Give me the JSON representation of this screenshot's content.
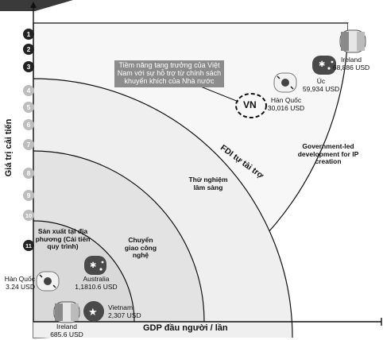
{
  "axes": {
    "y_label": "Giá trị cải tiến",
    "x_label": "GDP đầu người / lần"
  },
  "levels": [
    "1",
    "2",
    "3",
    "4",
    "5",
    "6",
    "7",
    "8",
    "9",
    "10",
    "11"
  ],
  "zones": {
    "local": "Sản xuất tại địa phương (Cải tiến quy trình)",
    "transfer": "Chuyển giao công nghệ",
    "clinical": "Thử nghiệm lâm sàng",
    "government": "Government-led development for IP creation",
    "fdi": "FDI tự tài trợ"
  },
  "callout": "Tiềm năng tang trưởng của Việt Nam với sự hỗ trợ từ chính sách khuyến khích của Nhà nước",
  "vn_marker": "VN",
  "countries": {
    "ireland_top_name": "Ireland",
    "ireland_top_value": "68,886 USD",
    "uc_name": "Úc",
    "uc_value": "59,934 USD",
    "korea_top_name": "Hàn Quốc",
    "korea_top_value": "30,016 USD",
    "korea_bottom_name": "Hàn Quốc",
    "korea_bottom_value": "3.24 USD",
    "australia_name": "Australia",
    "australia_value": "1,1810.6 USD",
    "vietnam_name": "Vietnam",
    "vietnam_value": "2,307 USD",
    "ireland_bottom_name": "Ireland",
    "ireland_bottom_value": "685.6 USD"
  },
  "colors": {
    "inner_zone": "#d9d9d9",
    "middle_zone": "#efefef",
    "outer_zone": "#f7f7f7",
    "level_dark": "#222222",
    "level_light": "#bdbdbd",
    "callout": "#8c8c8c"
  }
}
